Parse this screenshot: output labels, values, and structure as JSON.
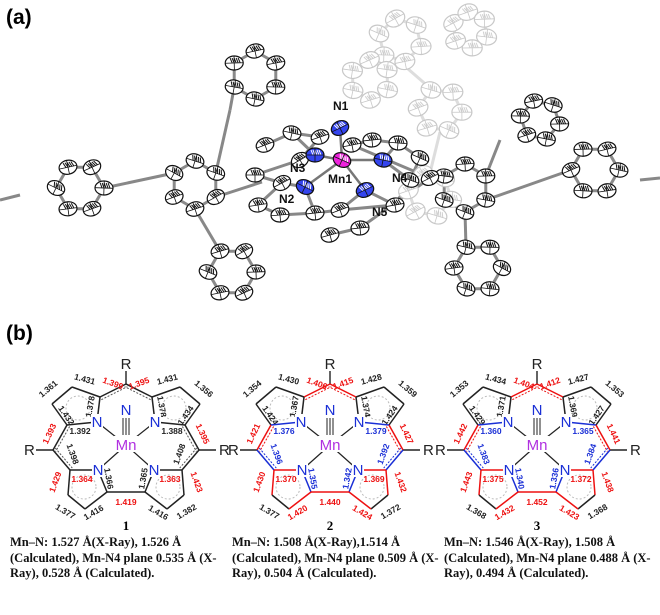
{
  "panel_a": {
    "label": "(a)",
    "atom_labels": [
      "N1",
      "N3",
      "Mn1",
      "N4",
      "N2",
      "N5"
    ]
  },
  "panel_b": {
    "label": "(b)"
  },
  "scheme": {
    "R": "R",
    "N": "N",
    "Mn": "Mn"
  },
  "colors": {
    "k": "#222222",
    "r": "#ee1111",
    "b": "#1a2fd6",
    "N": "#1a2fd6",
    "Mn": "#b030e0"
  },
  "compounds": [
    {
      "number": "1",
      "color_bonds": false,
      "left": [
        "1.361",
        "1.431",
        "1.399",
        "1.378",
        "1.432",
        "1.392",
        "1.393",
        "1.398",
        "1.364",
        "1.366",
        "1.429",
        "1.377",
        "1.416"
      ],
      "left_colors": "kkrkkkrkrkrkk",
      "right": [
        "1.356",
        "1.431",
        "1.395",
        "1.378",
        "1.434",
        "1.388",
        "1.395",
        "1.408",
        "1.363",
        "1.365",
        "1.423",
        "1.382",
        "1.416"
      ],
      "right_colors": "kkrkkkrkrkrkk",
      "center": "1.419",
      "center_color": "r",
      "caption": "Mn–N: 1.527 Å(X-Ray), 1.526 Å (Calculated), Mn-N4 plane 0.535 Å (X-Ray), 0.528 Å (Calculated)."
    },
    {
      "number": "2",
      "color_bonds": true,
      "left": [
        "1.354",
        "1.430",
        "1.406",
        "1.367",
        "1.424",
        "1.376",
        "1.421",
        "1.396",
        "1.370",
        "1.355",
        "1.430",
        "1.377",
        "1.420"
      ],
      "left_colors": "kkrkkbrbrbrkr",
      "right": [
        "1.359",
        "1.428",
        "1.415",
        "1.374",
        "1.424",
        "1.379",
        "1.427",
        "1.392",
        "1.369",
        "1.342",
        "1.432",
        "1.372",
        "1.424"
      ],
      "right_colors": "kkrkkbrbrbrkr",
      "center": "1.440",
      "center_color": "r",
      "caption": "Mn–N: 1.508 Å(X-Ray),1.514 Å (Calculated), Mn-N4 plane 0.509 Å (X-Ray), 0.504 Å (Calculated)."
    },
    {
      "number": "3",
      "color_bonds": true,
      "left": [
        "1.353",
        "1.434",
        "1.404",
        "1.371",
        "1.429",
        "1.360",
        "1.442",
        "1.383",
        "1.375",
        "1.340",
        "1.443",
        "1.368",
        "1.432"
      ],
      "left_colors": "kkrkkbrbrbrkr",
      "right": [
        "1.353",
        "1.427",
        "1.412",
        "1.369",
        "1.427",
        "1.365",
        "1.441",
        "1.384",
        "1.372",
        "1.336",
        "1.438",
        "1.368",
        "1.423"
      ],
      "right_colors": "kkrkkbrbrbrkr",
      "center": "1.452",
      "center_color": "r",
      "caption": "Mn–N: 1.546 Å(X-Ray), 1.508 Å (Calculated), Mn-N4 plane 0.488 Å (X-Ray), 0.494 Å (Calculated)."
    }
  ]
}
